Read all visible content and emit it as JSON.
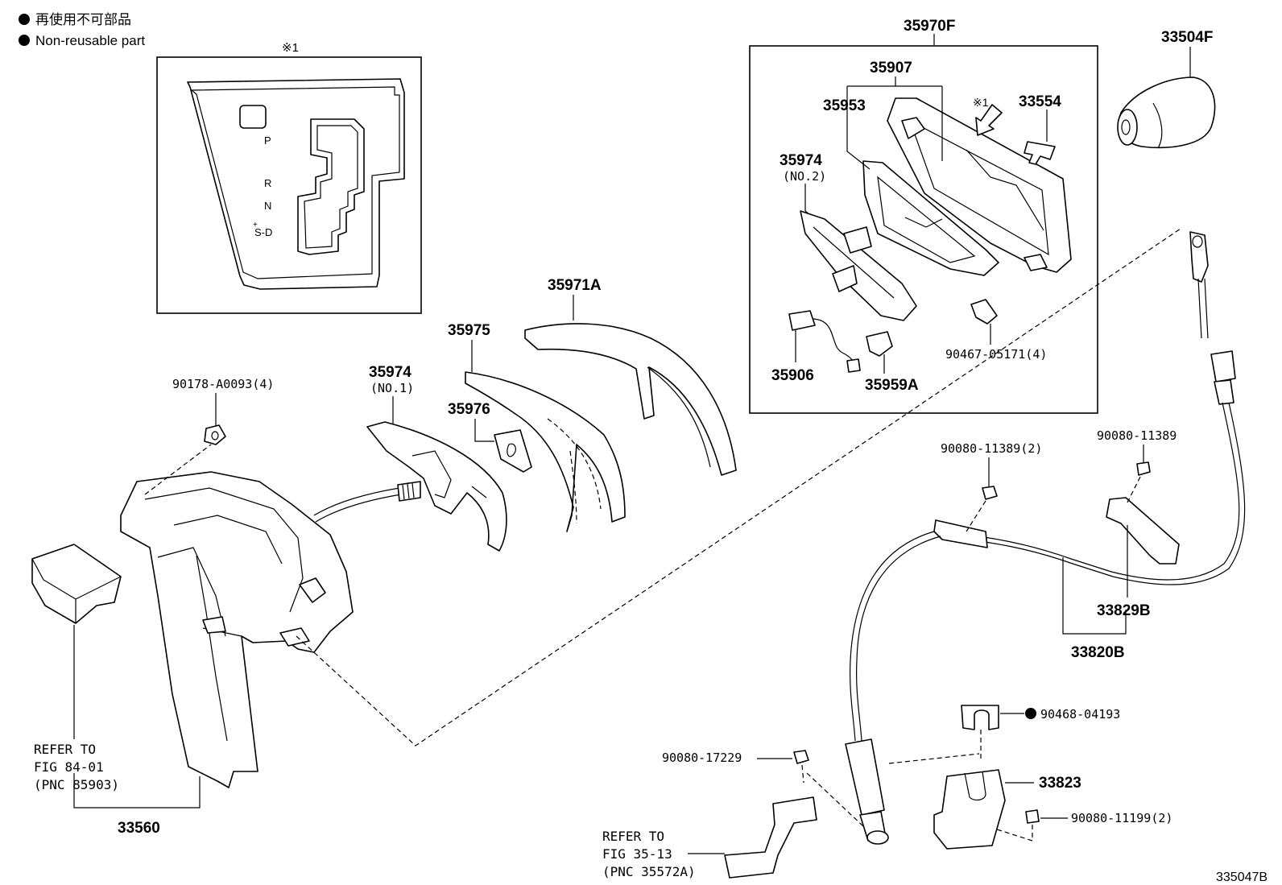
{
  "legend": {
    "line1": "再使用不可部品",
    "line2": "Non-reusable part"
  },
  "inset": {
    "note": "※1",
    "positions": [
      "P",
      "R",
      "N",
      "S-D"
    ],
    "s_mark": "+"
  },
  "kit_box": {
    "label": "35970F",
    "arrow_note": "※1"
  },
  "parts": {
    "p33504F": "33504F",
    "p35907": "35907",
    "p35953": "35953",
    "p33554": "33554",
    "p35974_no2": "35974",
    "p35974_no2_sub": "(NO.2)",
    "p35906": "35906",
    "p35959A": "35959A",
    "p90467": "90467-05171(4)",
    "p35971A": "35971A",
    "p35975": "35975",
    "p35976": "35976",
    "p35974_no1": "35974",
    "p35974_no1_sub": "(NO.1)",
    "p90178": "90178-A0093(4)",
    "p90080_11389_2": "90080-11389(2)",
    "p90080_11389": "90080-11389",
    "p33829B": "33829B",
    "p33820B": "33820B",
    "p90468": "90468-04193",
    "p90080_17229": "90080-17229",
    "p33823": "33823",
    "p90080_11199": "90080-11199(2)",
    "p33560": "33560",
    "ref1_l1": "REFER TO",
    "ref1_l2": "FIG 84-01",
    "ref1_l3": "(PNC 85903)",
    "ref2_l1": "REFER TO",
    "ref2_l2": "FIG 35-13",
    "ref2_l3": "(PNC 35572A)",
    "figure_id": "335047B"
  }
}
